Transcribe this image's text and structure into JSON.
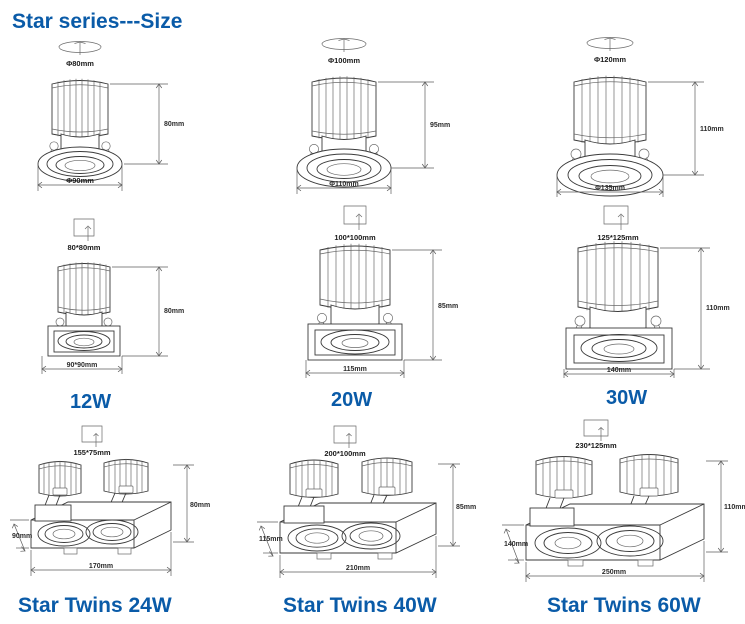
{
  "page": {
    "title": "Star series---Size",
    "accent_color": "#0a5ba8",
    "background_color": "#ffffff",
    "line_color": "#3a3a3a"
  },
  "products": [
    {
      "id": "round-12w",
      "shape": "round",
      "row": 1,
      "column": 1,
      "cutout_symbol": "round-cutout-icon",
      "cutout": "Φ80mm",
      "height": "80mm",
      "width": "Φ90mm"
    },
    {
      "id": "round-20w",
      "shape": "round",
      "row": 1,
      "column": 2,
      "cutout_symbol": "round-cutout-icon",
      "cutout": "Φ100mm",
      "height": "95mm",
      "width": "Φ110mm"
    },
    {
      "id": "round-30w",
      "shape": "round",
      "row": 1,
      "column": 3,
      "cutout_symbol": "round-cutout-icon",
      "cutout": "Φ120mm",
      "height": "110mm",
      "width": "Φ135mm"
    },
    {
      "id": "square-12w",
      "shape": "square",
      "row": 2,
      "column": 1,
      "cutout_symbol": "square-cutout-icon",
      "cutout": "80*80mm",
      "height": "80mm",
      "width": "90*90mm"
    },
    {
      "id": "square-20w",
      "shape": "square",
      "row": 2,
      "column": 2,
      "cutout_symbol": "square-cutout-icon",
      "cutout": "100*100mm",
      "height": "85mm",
      "width": "115mm"
    },
    {
      "id": "square-30w",
      "shape": "square",
      "row": 2,
      "column": 3,
      "cutout_symbol": "square-cutout-icon",
      "cutout": "125*125mm",
      "height": "110mm",
      "width": "140mm"
    },
    {
      "id": "twin-24w",
      "shape": "twin",
      "row": 3,
      "column": 1,
      "cutout_symbol": "square-cutout-icon",
      "cutout": "155*75mm",
      "height": "80mm",
      "width": "170mm",
      "depth": "90mm"
    },
    {
      "id": "twin-40w",
      "shape": "twin",
      "row": 3,
      "column": 2,
      "cutout_symbol": "square-cutout-icon",
      "cutout": "200*100mm",
      "height": "85mm",
      "width": "210mm",
      "depth": "115mm"
    },
    {
      "id": "twin-60w",
      "shape": "twin",
      "row": 3,
      "column": 3,
      "cutout_symbol": "square-cutout-icon",
      "cutout": "230*125mm",
      "height": "110mm",
      "width": "250mm",
      "depth": "140mm"
    }
  ],
  "captions": {
    "wattage_row": [
      {
        "label": "12W"
      },
      {
        "label": "20W"
      },
      {
        "label": "30W"
      }
    ],
    "twin_row": [
      {
        "label": "Star Twins 24W"
      },
      {
        "label": "Star Twins 40W"
      },
      {
        "label": "Star Twins 60W"
      }
    ]
  }
}
